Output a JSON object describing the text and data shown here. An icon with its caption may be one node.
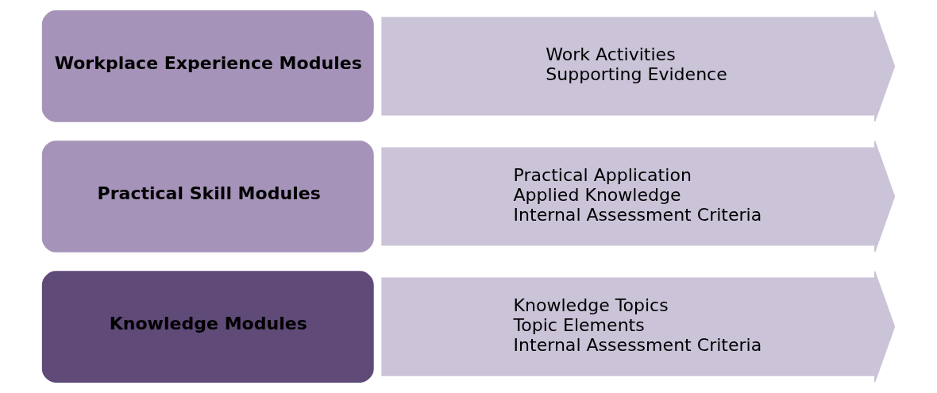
{
  "diagram": {
    "nodes": [
      {
        "text": [
          "Knowledge Modules"
        ]
      },
      {
        "text": [
          "Knowledge Topics",
          "Topic Elements",
          "Internal Assessment Criteria"
        ]
      },
      {
        "text": [
          "Practical Skill Modules"
        ]
      },
      {
        "text": [
          "Practical Application",
          "Applied Knowledge",
          "Internal Assessment Criteria"
        ]
      },
      {
        "text": [
          "Workplace Experience Modules"
        ]
      },
      {
        "text": [
          "Work Activities",
          "Supporting Evidence"
        ]
      }
    ]
  }
}
